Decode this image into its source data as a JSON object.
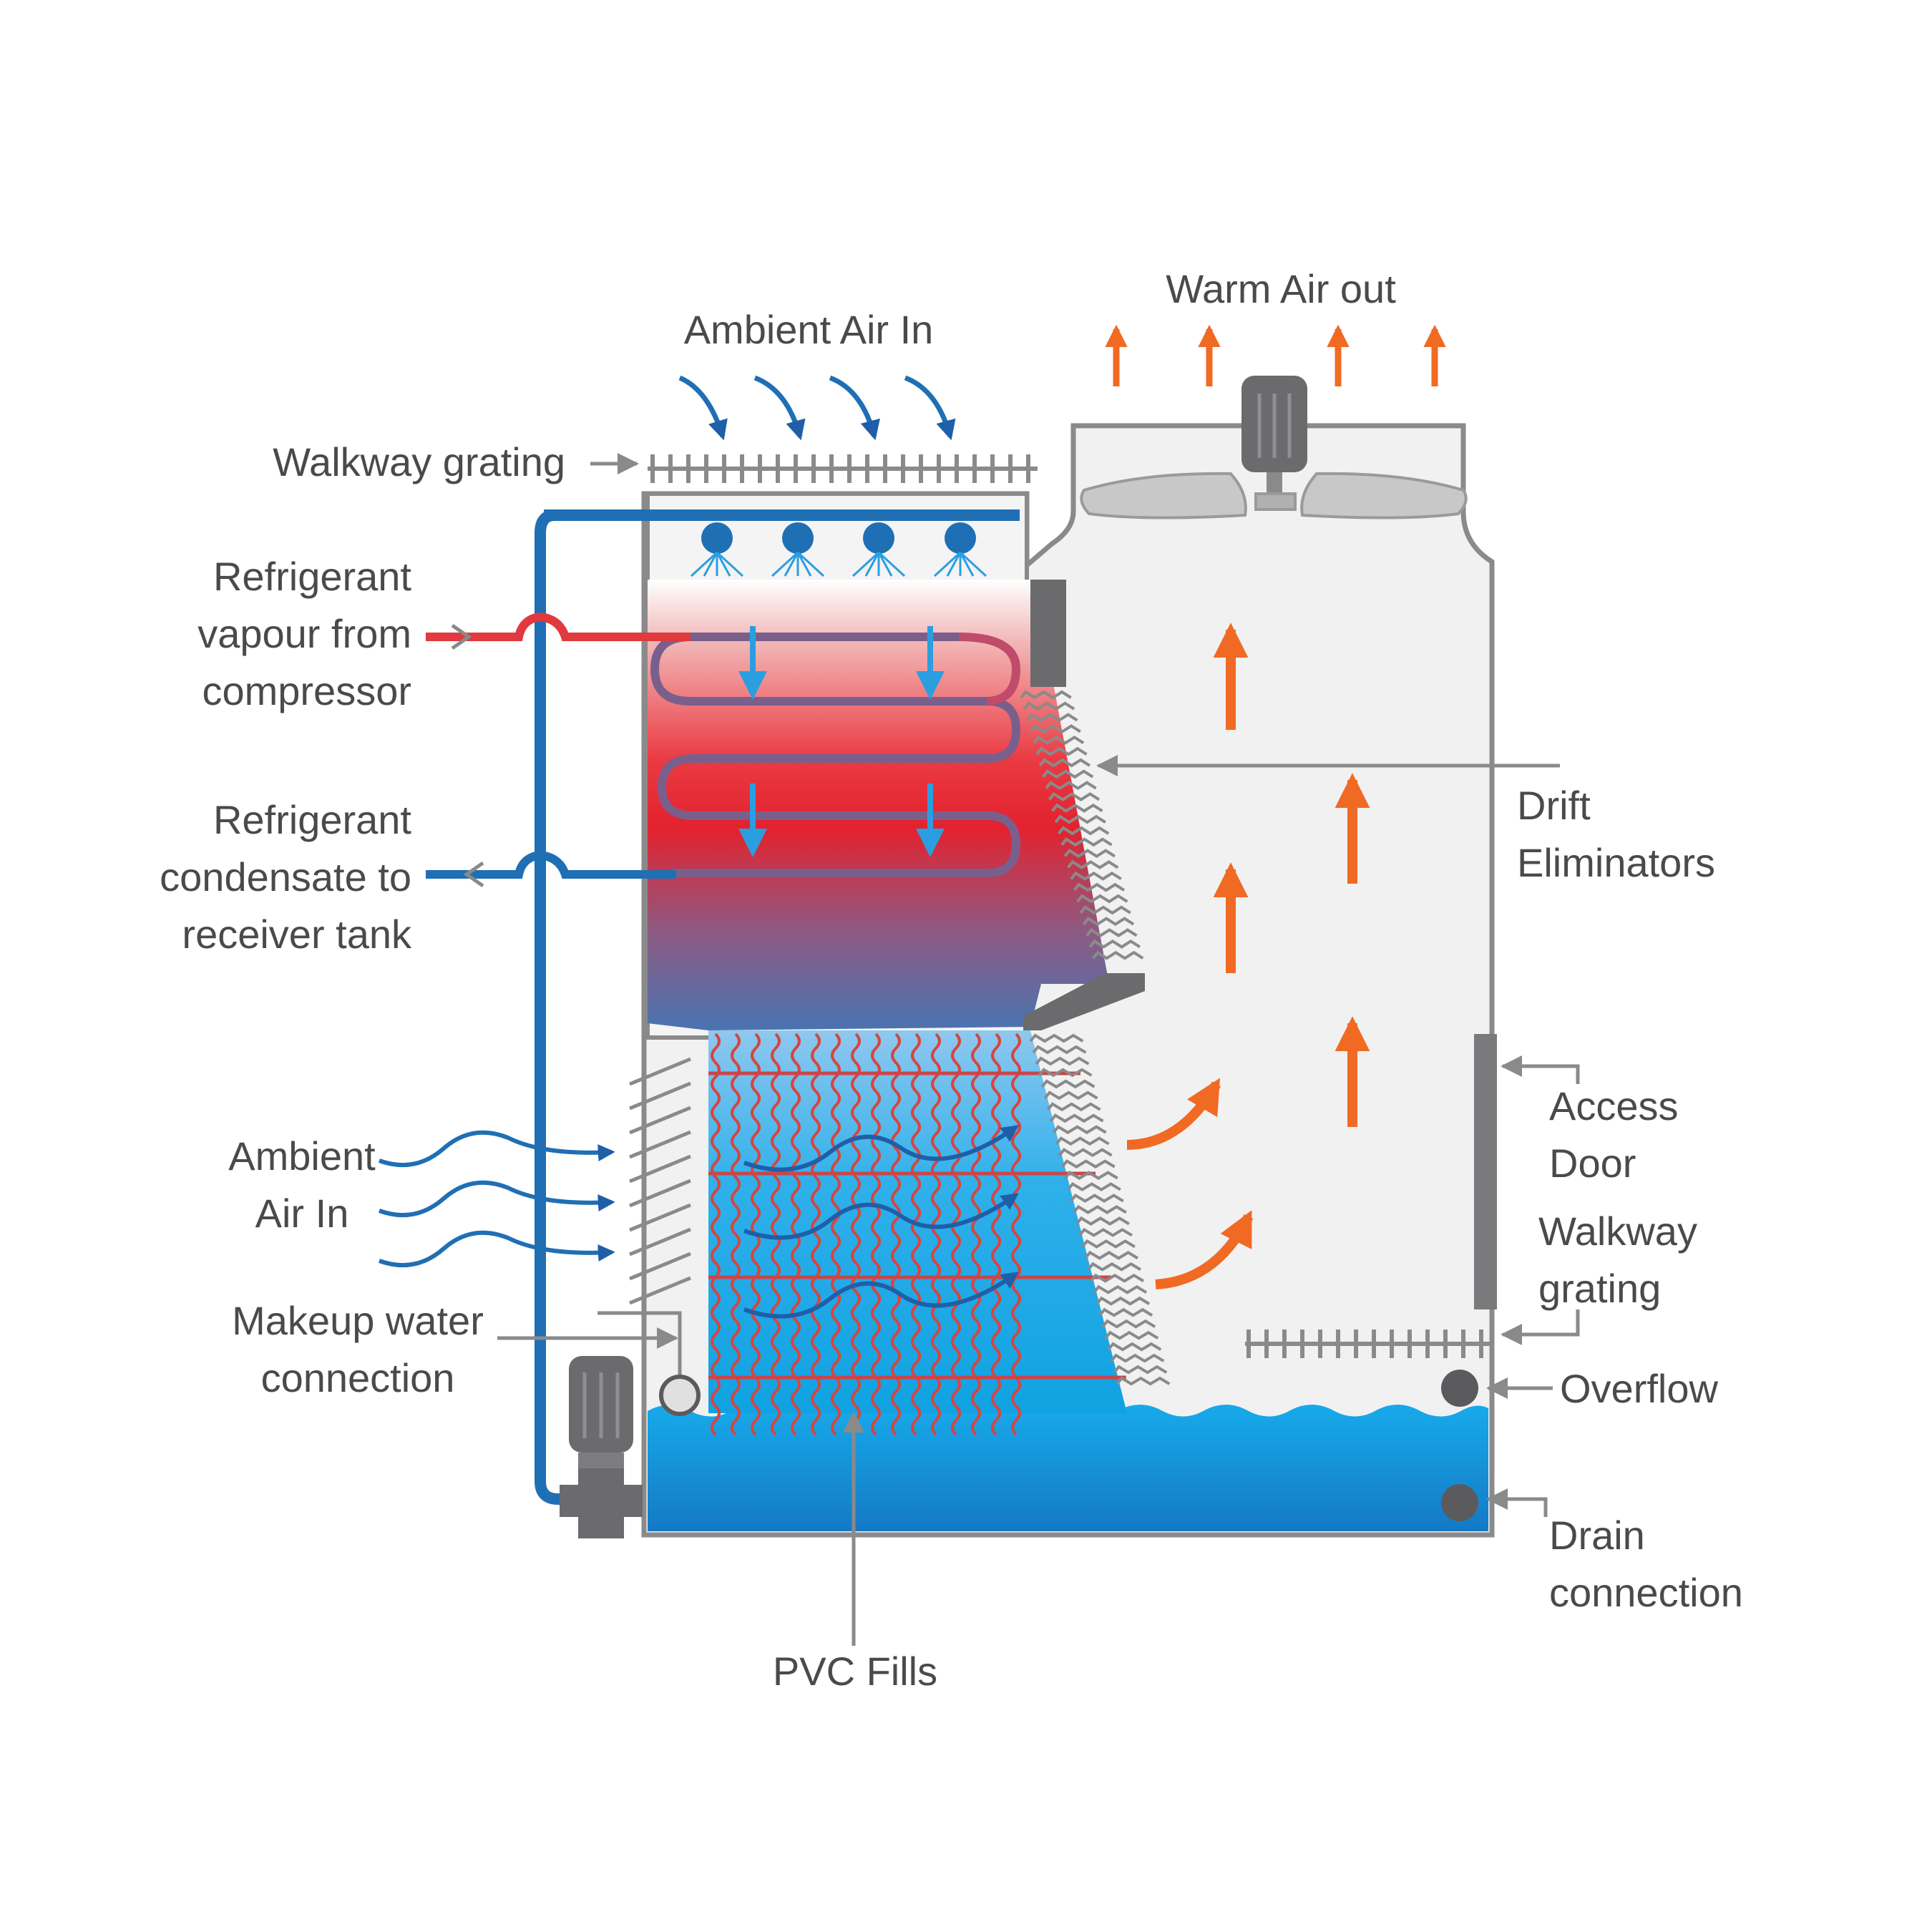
{
  "labels": {
    "warm_air_out": "Warm Air out",
    "ambient_air_in_top": "Ambient Air In",
    "walkway_grating_top": "Walkway grating",
    "refrigerant_vapour": [
      "Refrigerant",
      "vapour from",
      "compressor"
    ],
    "refrigerant_condensate": [
      "Refrigerant",
      "condensate to",
      "receiver tank"
    ],
    "drift_eliminators": [
      "Drift",
      "Eliminators"
    ],
    "access_door": [
      "Access",
      "Door"
    ],
    "walkway_grating_right": [
      "Walkway",
      "grating"
    ],
    "ambient_air_in_side": [
      "Ambient",
      "Air In"
    ],
    "makeup_water": [
      "Makeup water",
      "connection"
    ],
    "overflow": "Overflow",
    "drain_connection": [
      "Drain",
      "connection"
    ],
    "pvc_fills": "PVC Fills"
  },
  "colors": {
    "casing": "#8a8a8a",
    "casing_fill": "#f1f1f1",
    "hot_refrigerant": "#e0393e",
    "cold_water_pipe": "#1f6fb5",
    "basin_water": "#16a8e6",
    "airflow_warm": "#f06a24",
    "airflow_cool": "#1f5fa8",
    "label": "#4a4a4a",
    "pointer": "#8a8a8a"
  },
  "icons": [
    "fan-motor-icon",
    "fan-blade-icon",
    "pump-motor-icon",
    "spray-nozzle-icon"
  ]
}
